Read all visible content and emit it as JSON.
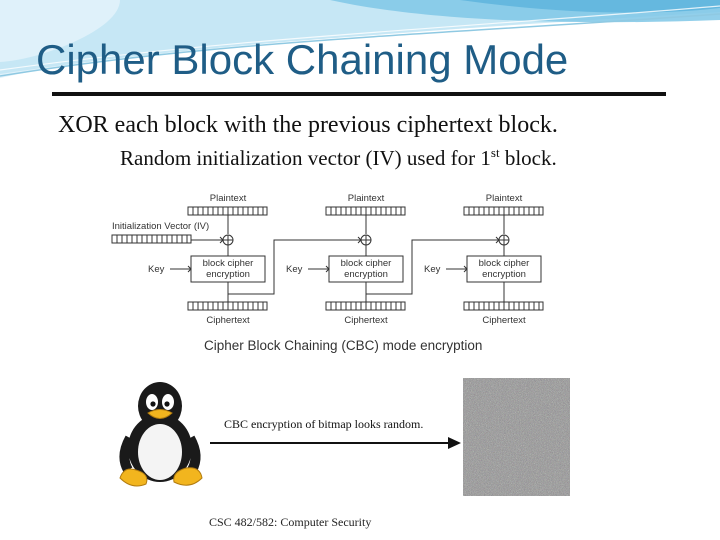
{
  "slide": {
    "title": "Cipher Block Chaining Mode",
    "bullet_main": "XOR each block with the previous ciphertext block.",
    "bullet_sub_prefix": "Random initialization vector (IV) used for 1",
    "bullet_sub_sup": "st",
    "bullet_sub_suffix": " block.",
    "footer": "CSC 482/582: Computer Security"
  },
  "diagram": {
    "plaintext_label": "Plaintext",
    "iv_label": "Initialization Vector (IV)",
    "key_label": "Key",
    "cipher_line1": "block cipher",
    "cipher_line2": "encryption",
    "ciphertext_label": "Ciphertext",
    "xor_symbol": "⊕",
    "caption": "Cipher Block Chaining (CBC) mode encryption"
  },
  "illustration": {
    "note": "CBC encryption of bitmap looks random."
  },
  "icons": {
    "penguin": "tux-penguin-icon",
    "arrow": "right-arrow-icon",
    "noise": "random-noise-image"
  },
  "colors": {
    "title": "#1f5d86",
    "swoosh": "#7fc7e6"
  }
}
